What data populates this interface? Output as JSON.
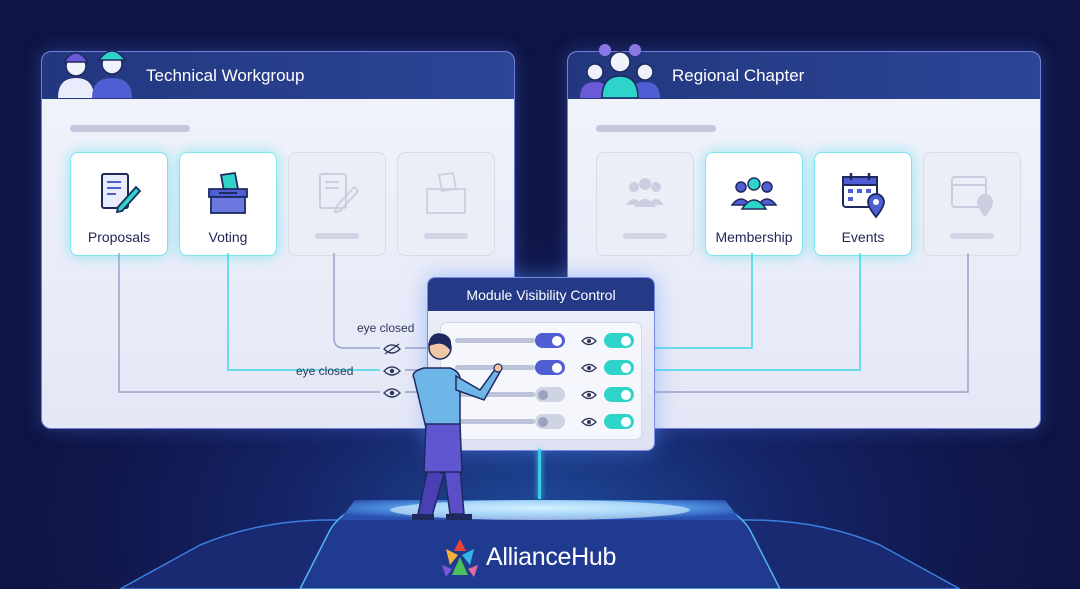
{
  "panels": {
    "left": {
      "title": "Technical Workgroup",
      "cards": [
        "Proposals",
        "Voting"
      ]
    },
    "right": {
      "title": "Regional Chapter",
      "cards": [
        "Membership",
        "Events"
      ]
    }
  },
  "control": {
    "title": "Module Visibility Control",
    "rows": [
      {
        "toggle": "on",
        "eye": "open",
        "visible": "on"
      },
      {
        "toggle": "on",
        "eye": "open",
        "visible": "on"
      },
      {
        "toggle": "off",
        "eye": "open",
        "visible": "on"
      },
      {
        "toggle": "off",
        "eye": "open",
        "visible": "on"
      }
    ]
  },
  "labels": {
    "eye_closed_1": "eye closed",
    "eye_closed_2": "eye closed"
  },
  "brand": {
    "name": "AllianceHub"
  },
  "colors": {
    "background": "#111a52",
    "accent_teal": "#2ed3c9",
    "accent_indigo": "#4f5fd3",
    "header": "#243a86"
  },
  "icons": [
    "workers-icon",
    "community-icon",
    "document-pen-icon",
    "ballot-box-icon",
    "people-group-icon",
    "calendar-pin-icon",
    "eye-icon",
    "eye-closed-icon"
  ]
}
